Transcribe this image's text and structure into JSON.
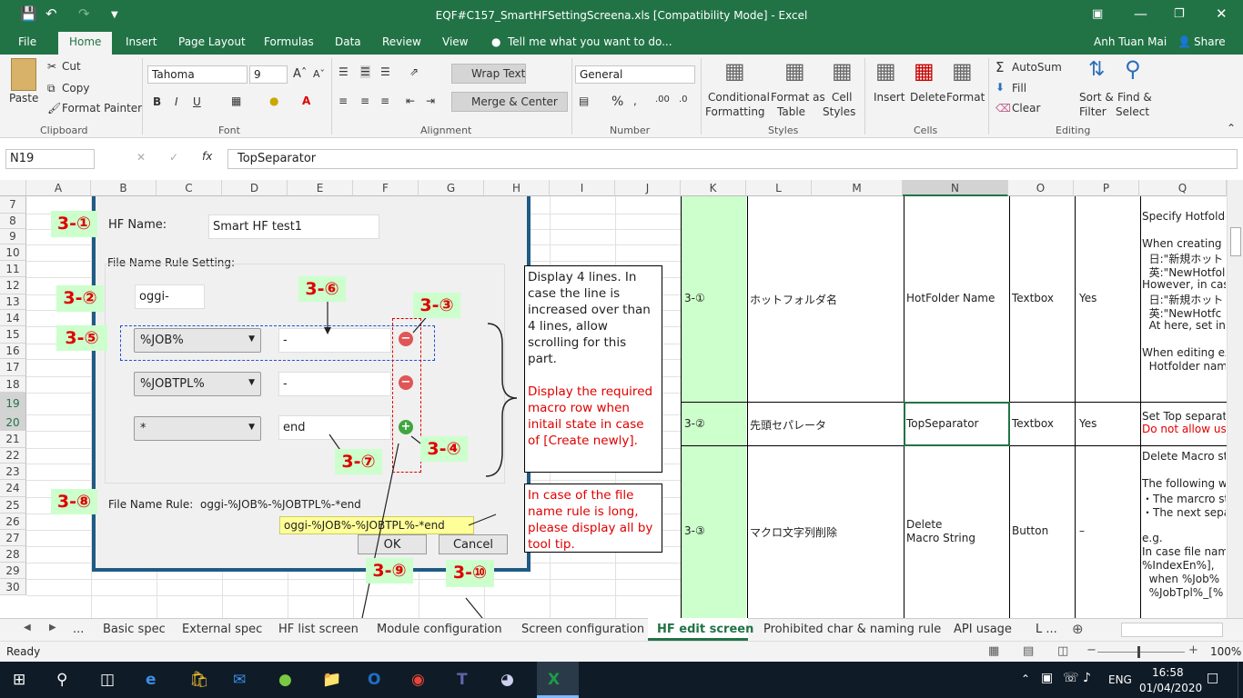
{
  "titlebar": {
    "title": "EQF#C157_SmartHFSettingScreena.xls  [Compatibility Mode] - Excel"
  },
  "menu": {
    "file": "File",
    "home": "Home",
    "insert": "Insert",
    "page_layout": "Page Layout",
    "formulas": "Formulas",
    "data": "Data",
    "review": "Review",
    "view": "View",
    "tell_me": "Tell me what you want to do...",
    "user": "Anh Tuan Mai",
    "share": "Share"
  },
  "ribbon": {
    "clipboard": {
      "paste": "Paste",
      "cut": "Cut",
      "copy": "Copy",
      "format_painter": "Format Painter",
      "label": "Clipboard"
    },
    "font": {
      "name": "Tahoma",
      "size": "9",
      "label": "Font"
    },
    "alignment": {
      "wrap": "Wrap Text",
      "merge": "Merge & Center",
      "label": "Alignment"
    },
    "number": {
      "format": "General",
      "label": "Number"
    },
    "styles": {
      "cond": "Conditional",
      "cond2": "Formatting",
      "fmt_table": "Format as",
      "fmt_table2": "Table",
      "cell_styles": "Cell",
      "cell_styles2": "Styles",
      "label": "Styles"
    },
    "cells": {
      "insert": "Insert",
      "delete": "Delete",
      "format": "Format",
      "label": "Cells"
    },
    "editing": {
      "autosum": "AutoSum",
      "fill": "Fill",
      "clear": "Clear",
      "sort": "Sort &",
      "sort2": "Filter",
      "find": "Find &",
      "find2": "Select",
      "label": "Editing"
    }
  },
  "formula": {
    "namebox": "N19",
    "fx": "fx",
    "value": "TopSeparator"
  },
  "columns_left": [
    "A",
    "B",
    "C",
    "D",
    "E",
    "F",
    "G",
    "H",
    "I",
    "J"
  ],
  "columns_right": [
    "K",
    "L",
    "M",
    "N",
    "O",
    "P",
    "Q"
  ],
  "rows": [
    "7",
    "8",
    "9",
    "10",
    "11",
    "12",
    "13",
    "14",
    "15",
    "16",
    "17",
    "18",
    "19",
    "20",
    "21",
    "22",
    "23",
    "24",
    "25",
    "26",
    "27",
    "28",
    "29",
    "30"
  ],
  "dialog": {
    "hf_name_label": "HF Name:",
    "hf_name_value": "Smart HF test1",
    "rule_setting": "File Name Rule Setting:",
    "prefix": "oggi-",
    "macro1": "%JOB%",
    "sep1": "-",
    "macro2": "%JOBTPL%",
    "sep2": "-",
    "macro3": "*",
    "sep3": "end",
    "rule_label": "File Name Rule:",
    "rule_value": "oggi-%JOB%-%JOBTPL%-*end",
    "tooltip": "oggi-%JOB%-%JOBTPL%-*end",
    "ok": "OK",
    "cancel": "Cancel"
  },
  "badges": {
    "b1": "3-①",
    "b2": "3-②",
    "b3": "3-③",
    "b4": "3-④",
    "b5": "3-⑤",
    "b6": "3-⑥",
    "b7": "3-⑦",
    "b8": "3-⑧",
    "b9": "3-⑨",
    "b10": "3-⑩"
  },
  "note1": {
    "black": "Display 4 lines. In case the line is increased over than 4 lines, allow scrolling for this part.",
    "red": "Display the required macro row when initail state in case of [Create newly]."
  },
  "note2": {
    "red": "In case of the file name rule is long, please display all by tool tip."
  },
  "table": {
    "r1": {
      "k": "3-①",
      "l": "ホットフォルダ名",
      "n": "HotFolder Name",
      "o": "Textbox",
      "p": "Yes",
      "q": [
        "Specify Hotfolde",
        "",
        "When creating n",
        "  日:\"新規ホット",
        "  英:\"NewHotfol",
        "However, in case",
        "  日:\"新規ホット",
        "  英:\"NewHotfc",
        "  At here, set in",
        "",
        "When editing ex",
        "  Hotfolder name"
      ]
    },
    "r2": {
      "k": "3-②",
      "l": "先頭セパレータ",
      "n": "TopSeparator",
      "o": "Textbox",
      "p": "Yes",
      "q1": "Set Top separat",
      "q2": "Do not allow use"
    },
    "r3": {
      "k": "3-③",
      "l": "マクロ文字列削除",
      "n1": "Delete",
      "n2": "Macro String",
      "o": "Button",
      "p": "–",
      "q": [
        "Delete Macro str",
        "",
        "The following w",
        "・The marcro stri",
        "・The next separ",
        "",
        "e.g.",
        "In case file name",
        "%IndexEn%],",
        "  when %Job%",
        "  %JobTpl%_[%"
      ]
    }
  },
  "tabs": [
    "...",
    "Basic spec",
    "External spec",
    "HF list screen",
    "Module configuration",
    "Screen configuration",
    "HF edit screen",
    "Prohibited char & naming rule",
    "API usage",
    "L ..."
  ],
  "status": {
    "ready": "Ready",
    "zoom": "100%"
  },
  "taskbar": {
    "lang": "ENG",
    "time": "16:58",
    "date": "01/04/2020"
  }
}
